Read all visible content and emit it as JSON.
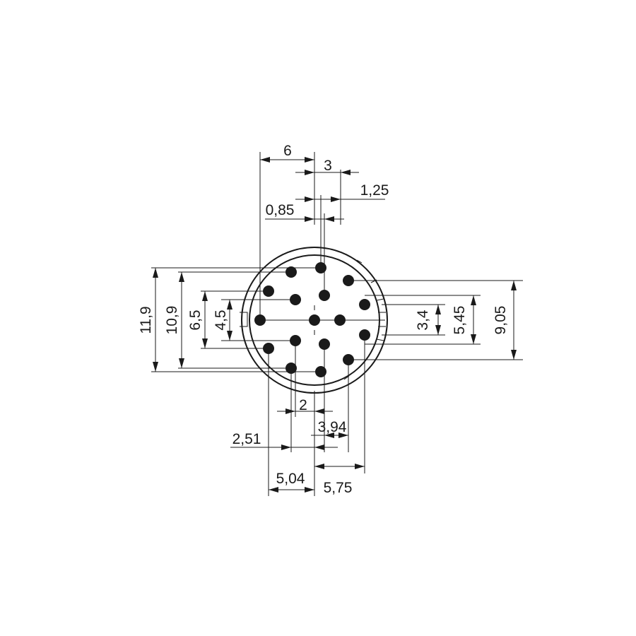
{
  "dimensions": {
    "d_6": "6",
    "d_3": "3",
    "d_1_25": "1,25",
    "d_0_85": "0,85",
    "d_11_9": "11,9",
    "d_10_9": "10,9",
    "d_6_5": "6,5",
    "d_4_5": "4,5",
    "d_3_4": "3,4",
    "d_5_45": "5,45",
    "d_9_05": "9,05",
    "d_2": "2",
    "d_3_94": "3,94",
    "d_2_51": "2,51",
    "d_5_04": "5,04",
    "d_5_75": "5,75"
  },
  "colors": {
    "ink": "#1a1a1a",
    "background": "#ffffff"
  }
}
